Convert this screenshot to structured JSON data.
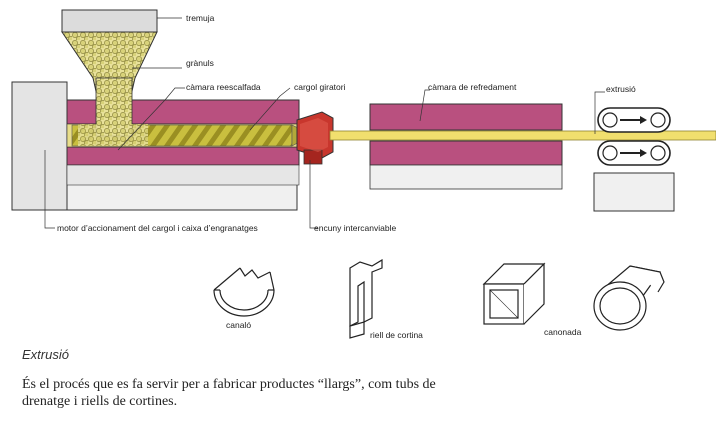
{
  "labels": {
    "hopper": "tremuja",
    "granules": "grànuls",
    "heated_chamber": "càmara reescalfada",
    "rotating_screw": "cargol giratori",
    "cooling_chamber": "càmara de refredament",
    "extrusion": "extrusió",
    "motor": "motor d’accionament del cargol i caixa d’engranatges",
    "die": "encuny intercanviable"
  },
  "profiles": {
    "gutter": "canaló",
    "curtain_rail": "riell de cortina",
    "pipe": "canonada"
  },
  "caption": {
    "title": "Extrusió",
    "text": "És el procés que es fa servir per a fabricar productes “llargs”, com tubs de drenatge i riells de cortines."
  },
  "colors": {
    "machine_pink": "#b9507f",
    "machine_light": "#e2c3d3",
    "product_yellow": "#f1df6e",
    "die_red": "#c8362d",
    "granule": "#e8e19a"
  }
}
